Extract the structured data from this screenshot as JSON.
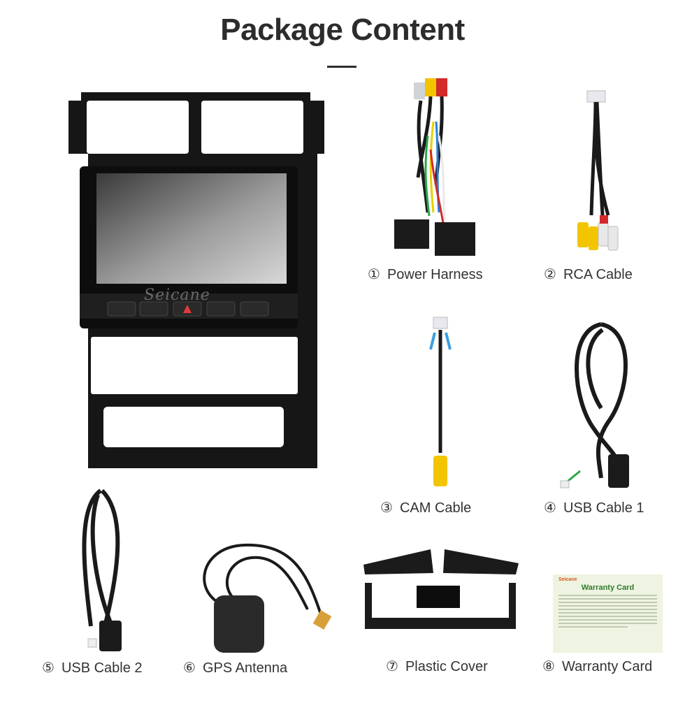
{
  "title": "Package Content",
  "radio": {
    "brand_watermark": "Seicane"
  },
  "items": [
    {
      "num": "①",
      "label": "Power Harness",
      "icon": "power-harness-icon"
    },
    {
      "num": "②",
      "label": "RCA Cable",
      "icon": "rca-cable-icon"
    },
    {
      "num": "③",
      "label": "CAM Cable",
      "icon": "cam-cable-icon"
    },
    {
      "num": "④",
      "label": "USB Cable 1",
      "icon": "usb-cable-icon"
    },
    {
      "num": "⑤",
      "label": "USB Cable 2",
      "icon": "usb-cable-icon"
    },
    {
      "num": "⑥",
      "label": "GPS Antenna",
      "icon": "gps-antenna-icon"
    },
    {
      "num": "⑦",
      "label": "Plastic Cover",
      "icon": "plastic-cover-icon"
    },
    {
      "num": "⑧",
      "label": "Warranty Card",
      "icon": "warranty-card-icon"
    }
  ],
  "warranty_card": {
    "brand": "Seicane",
    "title": "Warranty Card"
  },
  "colors": {
    "cable_black": "#1a1a1a",
    "rca_yellow": "#f2c500",
    "rca_red": "#d32a2a",
    "card_green": "#2f7a2c"
  }
}
